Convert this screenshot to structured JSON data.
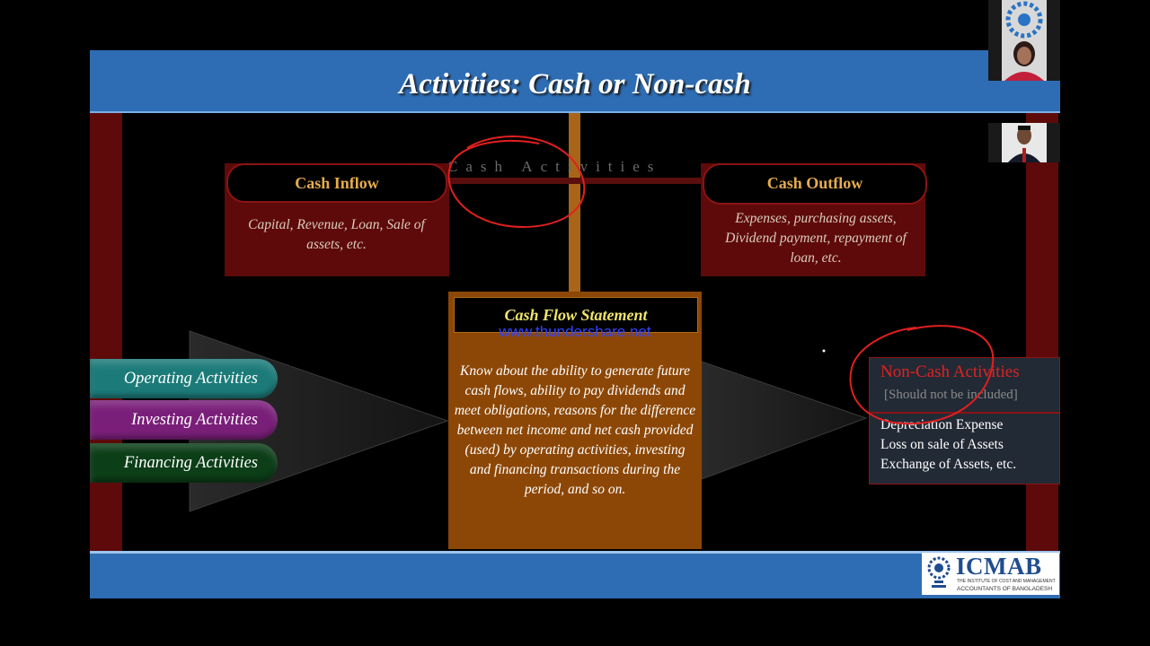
{
  "slide": {
    "title": "Activities: Cash or Non-cash",
    "cash_activities_label": "Cash Activities",
    "cash_inflow": {
      "title": "Cash Inflow",
      "text": "Capital, Revenue, Loan, Sale of assets, etc."
    },
    "cash_outflow": {
      "title": "Cash Outflow",
      "text": "Expenses, purchasing assets, Dividend payment, repayment of loan, etc."
    },
    "activities": [
      {
        "label": "Operating Activities",
        "color": "#1c7b79"
      },
      {
        "label": "Investing Activities",
        "color": "#7a1f79"
      },
      {
        "label": "Financing Activities",
        "color": "#0c3e18"
      }
    ],
    "cash_flow_statement": {
      "title": "Cash Flow Statement",
      "watermark": "www.thundershare.net",
      "text": "Know about the ability to generate future cash flows, ability to pay dividends and meet obligations, reasons for the difference between net income and net cash provided (used) by operating activities, investing and financing transactions during the period, and so on."
    },
    "non_cash": {
      "title": "Non-Cash Activities",
      "subtitle": "[Should not be included]",
      "items": [
        "Depreciation Expense",
        "Loss on sale of Assets",
        "Exchange of Assets, etc."
      ]
    },
    "logo": {
      "text": "ICMAB",
      "sub1": "THE INSTITUTE OF COST AND MANAGEMENT",
      "sub2": "ACCOUNTANTS OF BANGLADESH"
    }
  },
  "colors": {
    "title_bar": "#2e6db4",
    "dark_red": "#5e0a0a",
    "orange": "#8c4706",
    "gold": "#e6ad4e",
    "annotation_red": "#e0201f"
  },
  "icons": [
    "gear-logo-icon",
    "participant-video-1",
    "participant-video-2"
  ]
}
